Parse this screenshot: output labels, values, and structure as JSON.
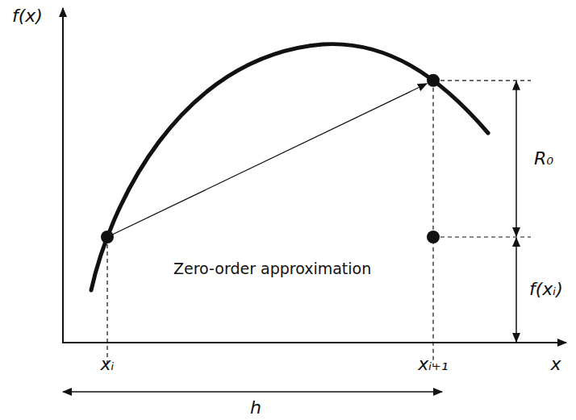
{
  "diagram": {
    "labels": [
      "f(x)",
      "Zero-order approximation",
      "R₀",
      "f(xᵢ)",
      "xᵢ",
      "xᵢ₊₁",
      "x",
      "h"
    ]
  }
}
